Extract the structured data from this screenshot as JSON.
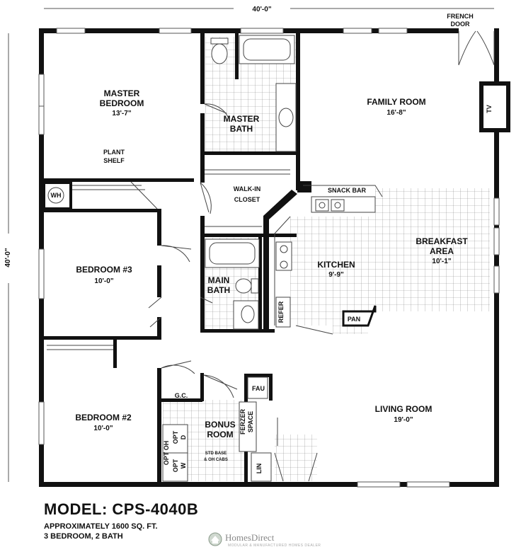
{
  "dimensions": {
    "width": "40'-0\"",
    "depth": "40'-0\""
  },
  "rooms": {
    "master_bedroom": {
      "name_line1": "MASTER",
      "name_line2": "BEDROOM",
      "size": "13'-7\""
    },
    "master_bath": {
      "name_line1": "MASTER",
      "name_line2": "BATH"
    },
    "family_room": {
      "name": "FAMILY ROOM",
      "size": "16'-8\""
    },
    "walk_in_closet": {
      "name_line1": "WALK-IN",
      "name_line2": "CLOSET"
    },
    "bedroom3": {
      "name": "BEDROOM #3",
      "size": "10'-0\""
    },
    "main_bath": {
      "name_line1": "MAIN",
      "name_line2": "BATH"
    },
    "kitchen": {
      "name": "KITCHEN",
      "size": "9'-9\""
    },
    "breakfast_area": {
      "name_line1": "BREAKFAST",
      "name_line2": "AREA",
      "size": "10'-1\""
    },
    "bedroom2": {
      "name": "BEDROOM #2",
      "size": "10'-0\""
    },
    "bonus_room": {
      "name_line1": "BONUS",
      "name_line2": "ROOM"
    },
    "living_room": {
      "name": "LIVING ROOM",
      "size": "19'-0\""
    }
  },
  "fixtures": {
    "french_door_line1": "FRENCH",
    "french_door_line2": "DOOR",
    "tv": "TV",
    "plant_shelf_line1": "PLANT",
    "plant_shelf_line2": "SHELF",
    "wh": "WH",
    "snack_bar": "SNACK BAR",
    "refer": "REFER",
    "pan": "PAN",
    "gc": "G.C.",
    "fau": "FAU",
    "ferzer_space_line1": "FERZER",
    "ferzer_space_line2": "SPACE",
    "opt_oh_left": "OPT OH",
    "opt_d_line1": "OPT",
    "opt_d_line2": "D",
    "opt_w_line1": "OPT",
    "opt_w_line2": "W",
    "std_base_line1": "STD BASE",
    "std_base_line2": "& OH CABS",
    "lin": "LIN"
  },
  "footer": {
    "model": "MODEL: CPS-4040B",
    "area": "APPROXIMATELY 1600 SQ. FT.",
    "beds": "3 BEDROOM, 2 BATH",
    "brand_name": "HomesDirect",
    "brand_tagline": "MODULAR & MANUFACTURED HOMES DEALER"
  }
}
